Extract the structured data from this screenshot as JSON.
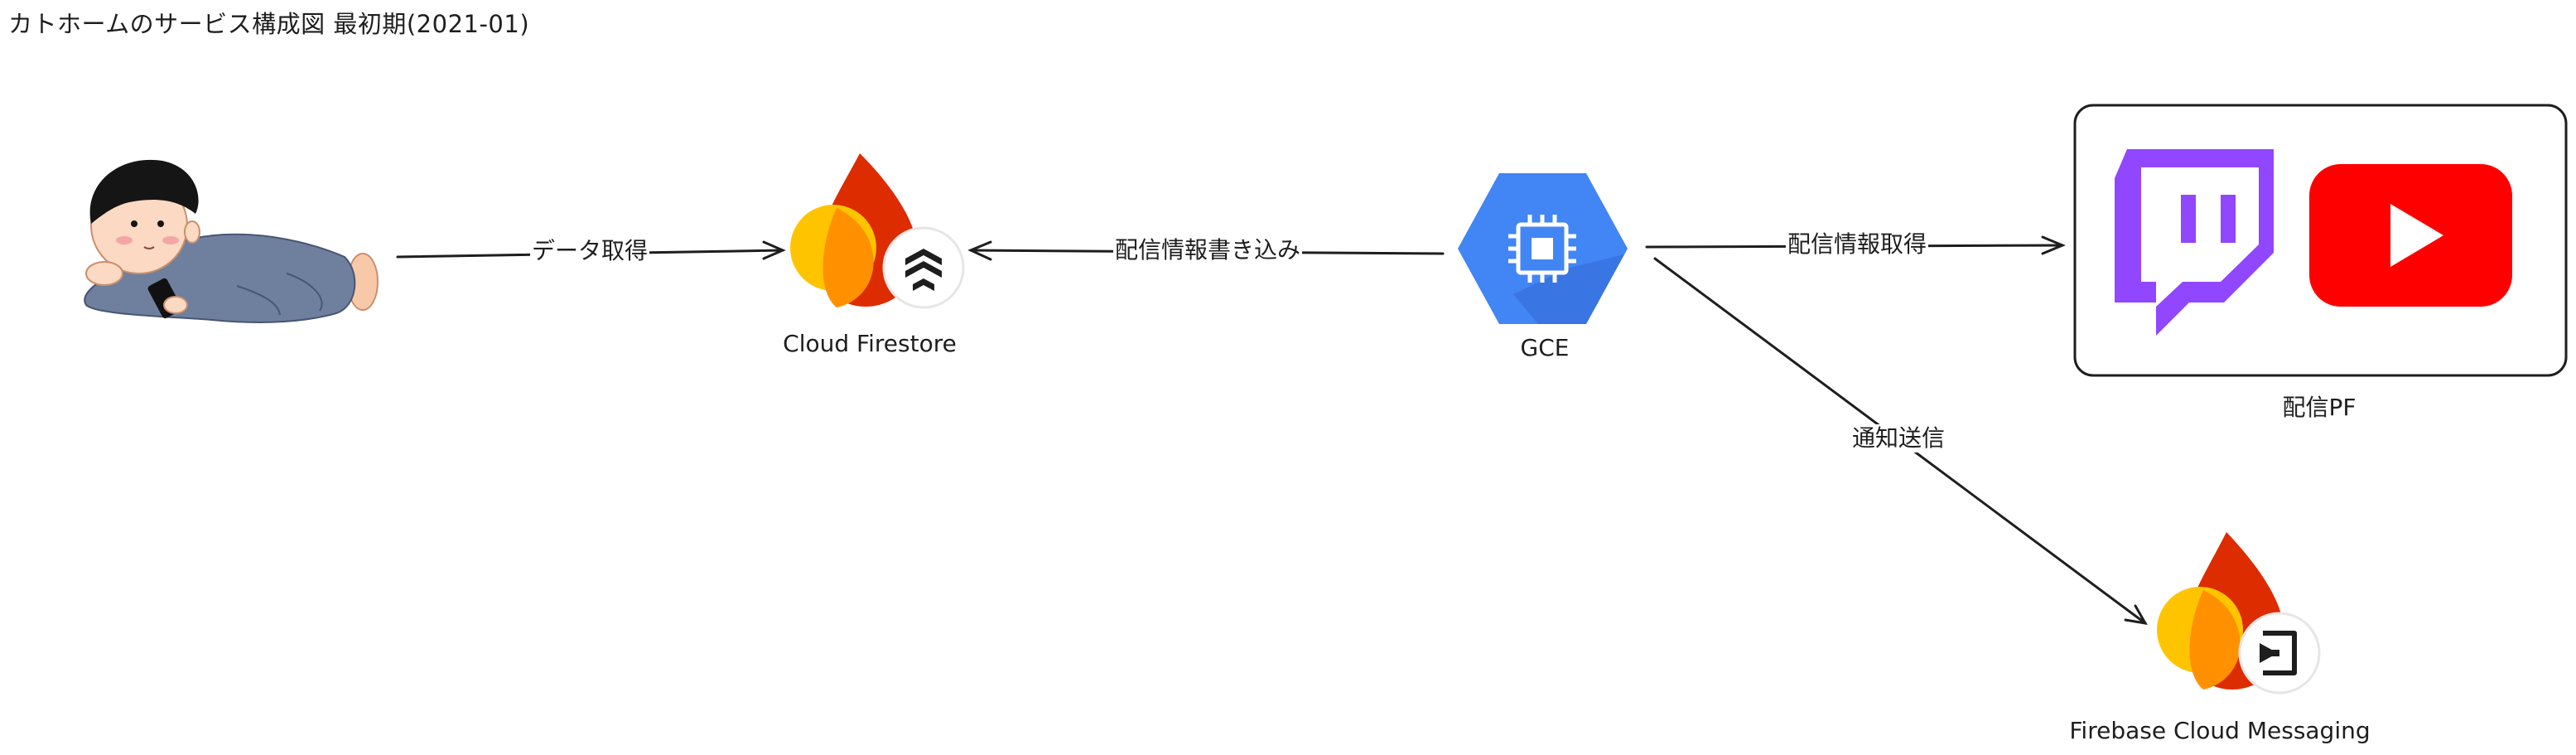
{
  "diagram": {
    "title": "カトホームのサービス構成図 最初期(2021-01)",
    "nodes": {
      "user": {
        "icon": "person-lying-with-phone-icon"
      },
      "firestore": {
        "caption": "Cloud Firestore",
        "icon": "cloud-firestore-icon"
      },
      "gce": {
        "caption": "GCE",
        "icon": "gce-chip-icon"
      },
      "platforms": {
        "caption": "配信PF",
        "icons": [
          "twitch-icon",
          "youtube-icon"
        ]
      },
      "fcm": {
        "caption": "Firebase Cloud Messaging",
        "icon": "firebase-cloud-messaging-icon"
      }
    },
    "edges": {
      "user_to_firestore": "データ取得",
      "gce_to_firestore": "配信情報書き込み",
      "gce_to_platforms": "配信情報取得",
      "gce_to_fcm": "通知送信"
    },
    "colors": {
      "gce_blue": "#4285F4",
      "firebase_red": "#DD2C00",
      "firebase_orange": "#FF9100",
      "firebase_yellow": "#FFC400",
      "twitch_purple": "#9146FF",
      "youtube_red": "#FF0000"
    }
  }
}
